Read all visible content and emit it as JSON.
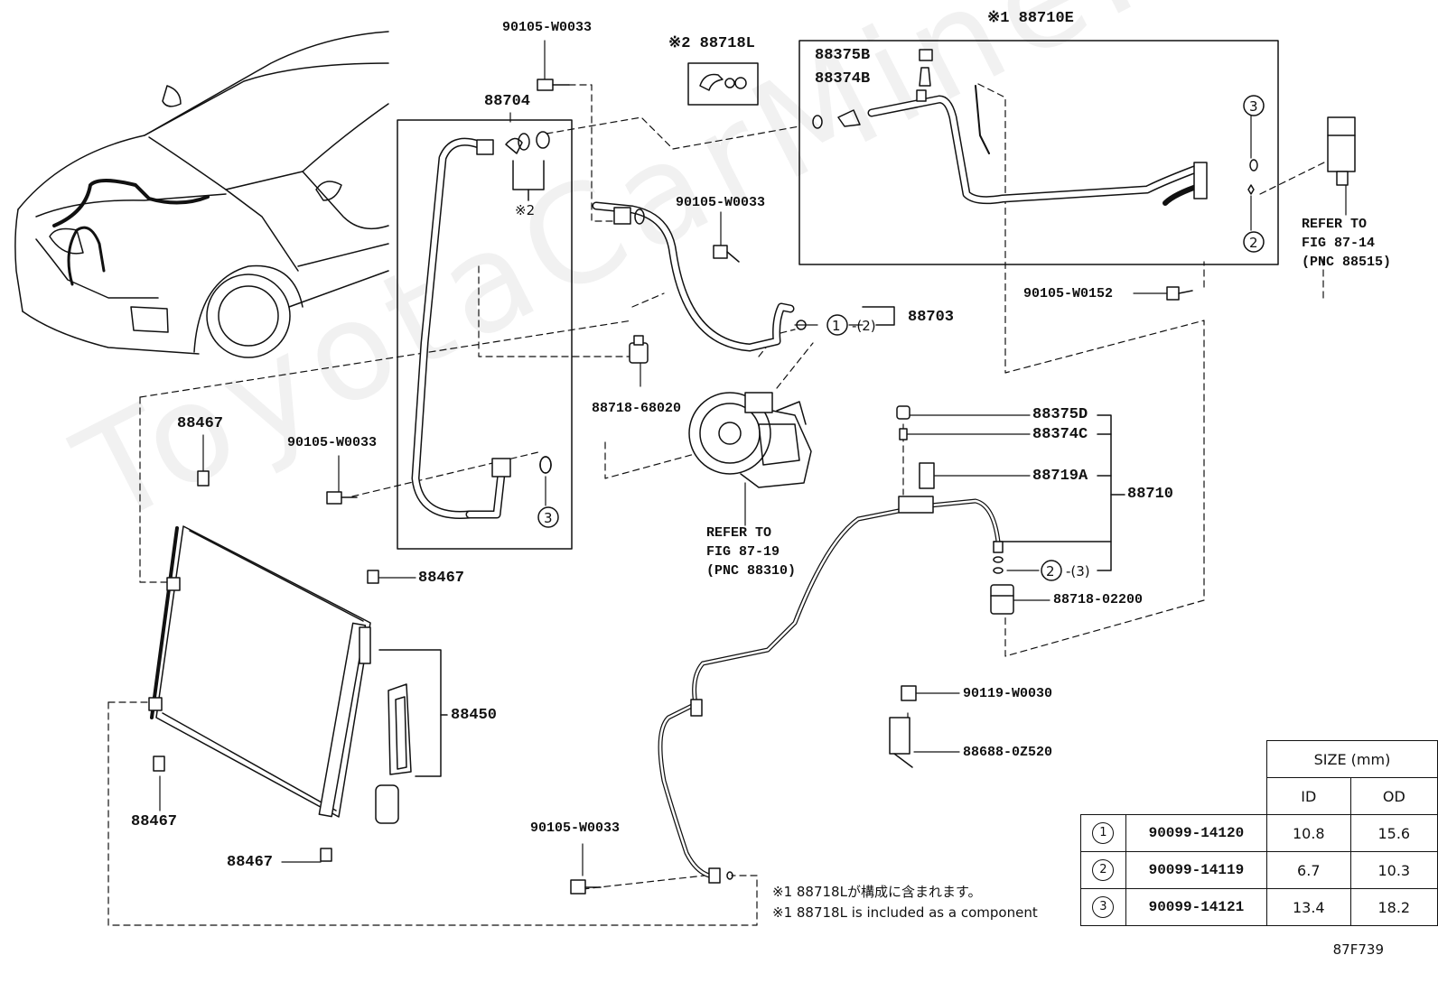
{
  "watermark": "ToyotaCarMine.ru",
  "figure_code": "87F739",
  "labels": {
    "bolt_top": "90105-W0033",
    "kit_88718L": "※2 88718L",
    "p88704": "88704",
    "note2": "※2",
    "bolt_mid": "90105-W0033",
    "p88703": "88703",
    "p88703_circ": "1",
    "p88703_paren": "-(2)",
    "p88710E": "※1 88710E",
    "p88375B": "88375B",
    "p88374B": "88374B",
    "circ3_top": "3",
    "circ2_top": "2",
    "refer_right": [
      "REFER TO",
      "FIG 87-14",
      "(PNC 88515)"
    ],
    "bolt_0152": "90105-W0152",
    "p88718_68020": "88718-68020",
    "p88467_a": "88467",
    "bolt_left": "90105-W0033",
    "circ3_mid": "3",
    "refer_comp": [
      "REFER TO",
      "FIG 87-19",
      "(PNC 88310)"
    ],
    "p88375D": "88375D",
    "p88374C": "88374C",
    "p88719A": "88719A",
    "p88710": "88710",
    "p88710_circ": "2",
    "p88710_paren": "-(3)",
    "p88718_02200": "88718-02200",
    "p88467_b": "88467",
    "p88450": "88450",
    "p88467_c": "88467",
    "p88467_d": "88467",
    "bolt_0030": "90119-W0030",
    "p88688": "88688-0Z520",
    "bolt_bottom": "90105-W0033"
  },
  "notes": {
    "jp": "※1 88718Lが構成に含まれます。",
    "en": "※1 88718L is included as a component"
  },
  "size_table": {
    "header": "SIZE (mm)",
    "col_id": "ID",
    "col_od": "OD",
    "rows": [
      {
        "num": "1",
        "part": "90099-14120",
        "id": "10.8",
        "od": "15.6"
      },
      {
        "num": "2",
        "part": "90099-14119",
        "id": "6.7",
        "od": "10.3"
      },
      {
        "num": "3",
        "part": "90099-14121",
        "id": "13.4",
        "od": "18.2"
      }
    ]
  }
}
